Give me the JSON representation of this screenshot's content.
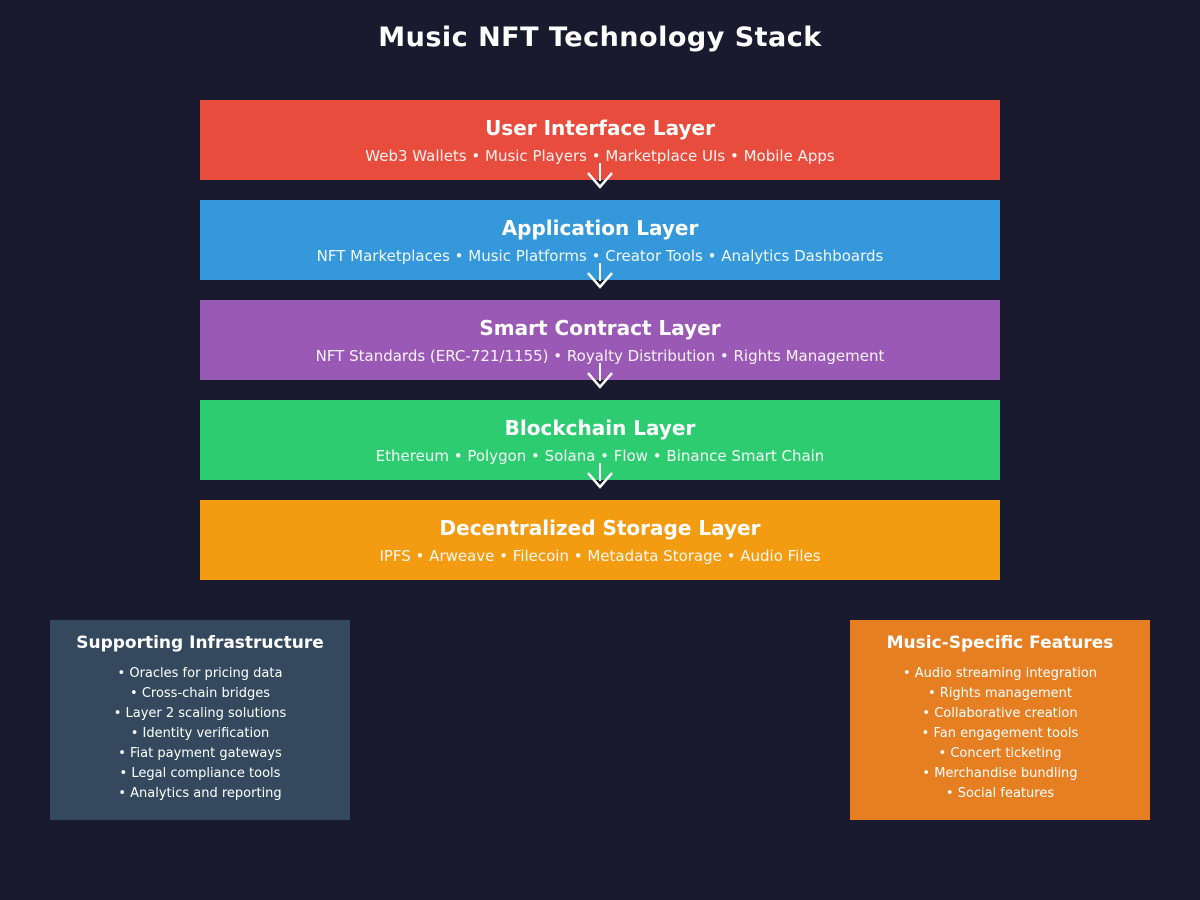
{
  "title": "Music NFT Technology Stack",
  "colors": {
    "background": "#1a1a2e",
    "arrow": "#ffffff"
  },
  "layers": [
    {
      "name": "User Interface Layer",
      "items": "Web3 Wallets • Music Players • Marketplace UIs • Mobile Apps",
      "color": "#e74c3c"
    },
    {
      "name": "Application Layer",
      "items": "NFT Marketplaces • Music Platforms • Creator Tools • Analytics Dashboards",
      "color": "#3498db"
    },
    {
      "name": "Smart Contract Layer",
      "items": "NFT Standards (ERC-721/1155) • Royalty Distribution • Rights Management",
      "color": "#9b59b6"
    },
    {
      "name": "Blockchain Layer",
      "items": "Ethereum • Polygon • Solana • Flow • Binance Smart Chain",
      "color": "#2ecc71"
    },
    {
      "name": "Decentralized Storage Layer",
      "items": "IPFS • Arweave • Filecoin • Metadata Storage • Audio Files",
      "color": "#f39c12"
    }
  ],
  "supporting_infrastructure": {
    "title": "Supporting Infrastructure",
    "color": "#34495e",
    "items": [
      "• Oracles for pricing data",
      "• Cross-chain bridges",
      "• Layer 2 scaling solutions",
      "• Identity verification",
      "• Fiat payment gateways",
      "• Legal compliance tools",
      "• Analytics and reporting"
    ]
  },
  "music_features": {
    "title": "Music-Specific Features",
    "color": "#e67e22",
    "items": [
      "• Audio streaming integration",
      "• Rights management",
      "• Collaborative creation",
      "• Fan engagement tools",
      "• Concert ticketing",
      "• Merchandise bundling",
      "• Social features"
    ]
  }
}
